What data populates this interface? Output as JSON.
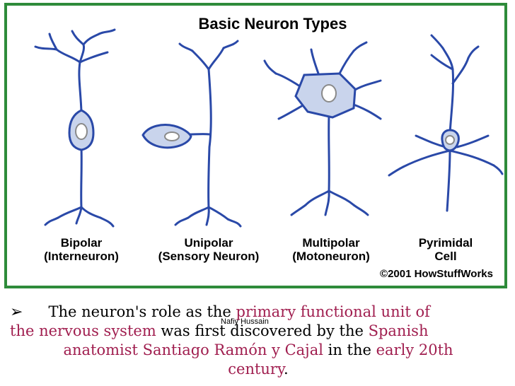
{
  "figure": {
    "title": "Basic Neuron Types",
    "neurons": [
      {
        "line1": "Bipolar",
        "line2": "(Interneuron)"
      },
      {
        "line1": "Unipolar",
        "line2": "(Sensory Neuron)"
      },
      {
        "line1": "Multipolar",
        "line2": "(Motoneuron)"
      },
      {
        "line1": "Pyrimidal",
        "line2": "Cell"
      }
    ],
    "copyright": "©2001 HowStuffWorks"
  },
  "bullet": {
    "icon": "arrow-bullet-icon",
    "text_1": "The neuron's role as the ",
    "hl_1": "primary functional unit of",
    "hl_2": "the nervous system",
    "text_2": " was first discovered by the ",
    "hl_3": "Spanish",
    "hl_4": "anatomist Santiago Ramón y Cajal",
    "text_3": " in the ",
    "hl_5": "early 20th",
    "hl_6": "century",
    "text_4": "."
  },
  "footer": {
    "author": "Nafiy Hussain"
  },
  "colors": {
    "frame": "#2e8b3a",
    "neuron_stroke": "#2a49a8",
    "neuron_fill": "#c9d4ec",
    "highlight": "#a01e4f"
  }
}
